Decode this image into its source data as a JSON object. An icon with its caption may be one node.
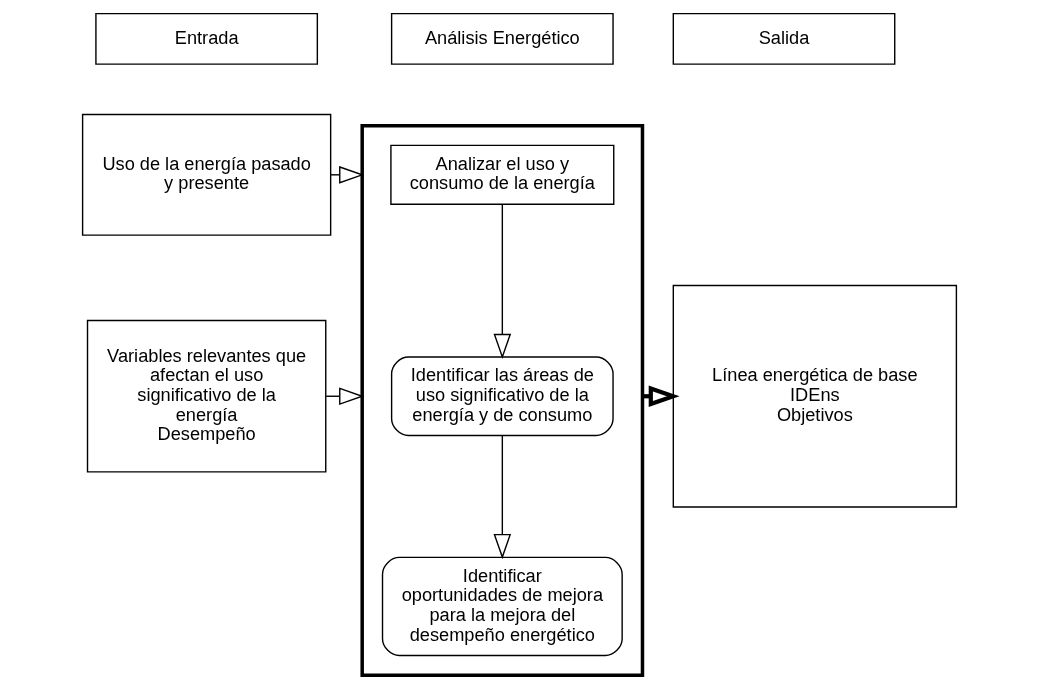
{
  "diagram": {
    "nodes": [
      {
        "text": [
          "Entrada"
        ]
      },
      {
        "text": [
          "Análisis Energético"
        ]
      },
      {
        "text": [
          "Salida"
        ]
      },
      {
        "text": [
          "Uso de la energía pasado y presente"
        ]
      },
      {
        "text": [
          "Variables relevantes que afectan el uso significativo de la energía",
          "Desempeño"
        ]
      },
      {
        "text": [],
        "shape": "box"
      },
      {
        "text": [
          "Analizar el uso y consumo de la energía"
        ],
        "in": 5
      },
      {
        "text": [
          "Identificar las áreas de uso significativo de la energía y de consumo"
        ],
        "in": 5
      },
      {
        "text": [
          "Identificar oportunidades de mejora para la mejora del desempeño energético"
        ],
        "in": 5
      },
      {
        "text": [
          "Línea energética de base",
          "IDEns",
          "Objetivos"
        ]
      }
    ],
    "edges": [
      {
        "from": 3,
        "to": 5,
        "arrow": "to"
      },
      {
        "from": 4,
        "to": 5,
        "arrow": "to"
      },
      {
        "from": 6,
        "to": 7,
        "arrow": "to"
      },
      {
        "from": 7,
        "to": 8,
        "arrow": "to"
      },
      {
        "from": 5,
        "to": 9,
        "arrow": "to",
        "style": "thick"
      }
    ]
  }
}
